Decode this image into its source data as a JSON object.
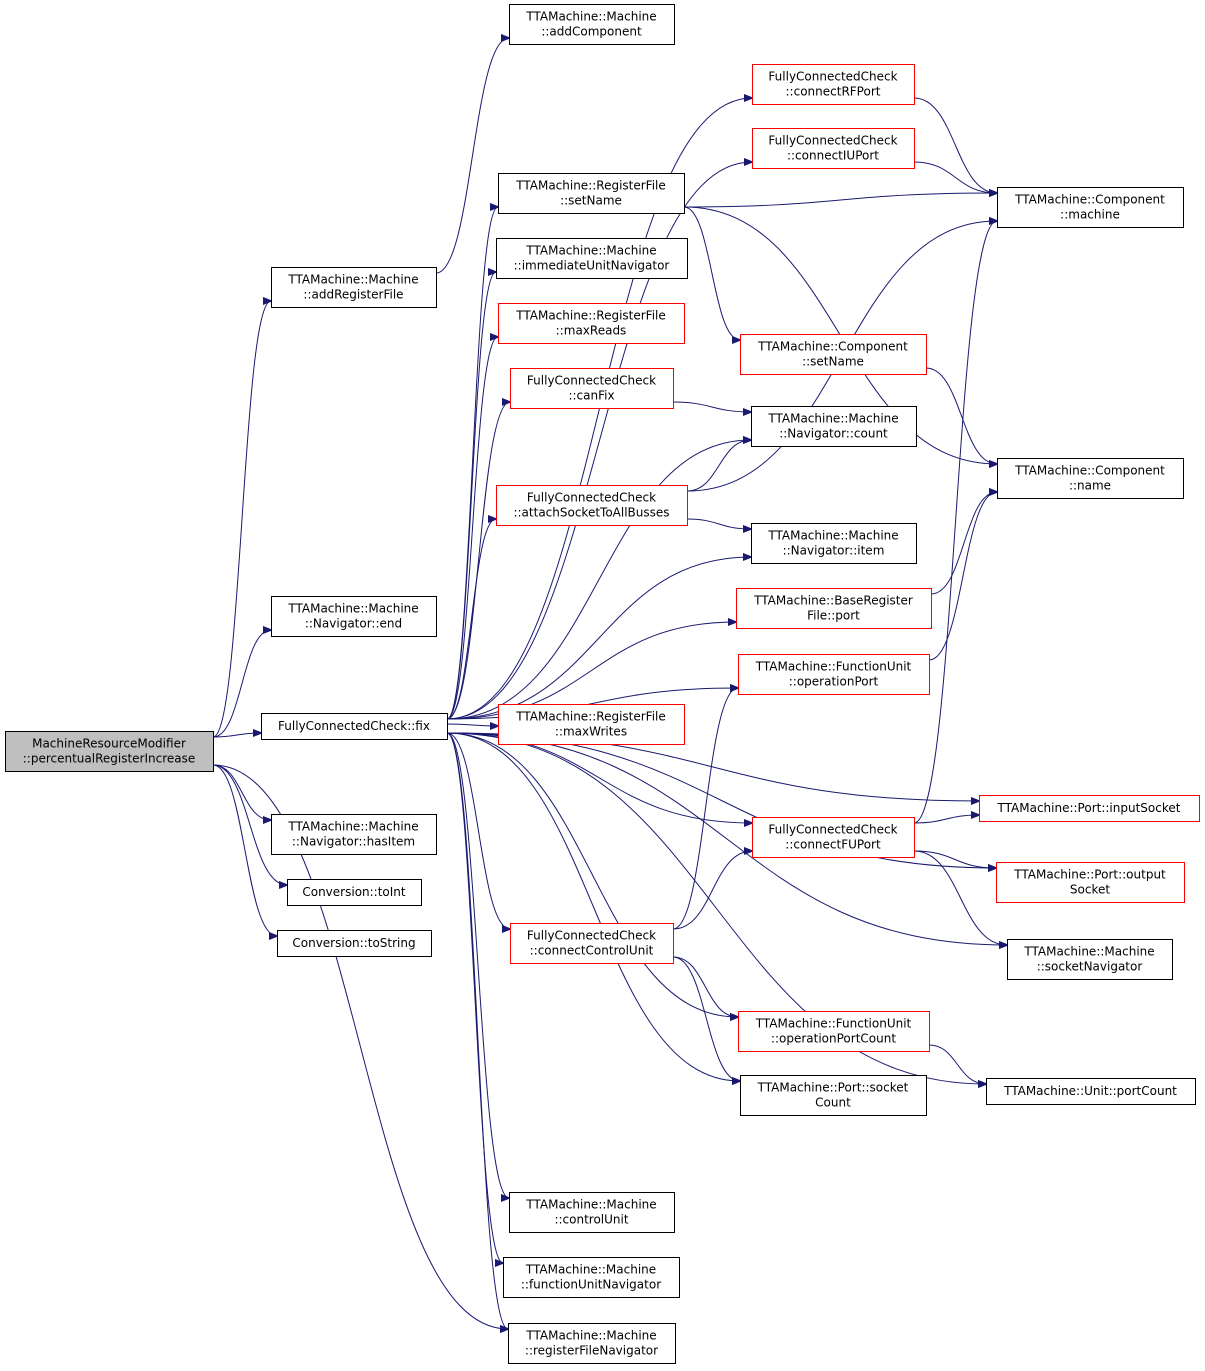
{
  "nodes": [
    {
      "id": "root",
      "lines": [
        "MachineResourceModifier",
        "::percentualRegisterIncrease"
      ],
      "style": "root"
    },
    {
      "id": "addRegisterFile",
      "lines": [
        "TTAMachine::Machine",
        "::addRegisterFile"
      ],
      "style": "black"
    },
    {
      "id": "navEnd",
      "lines": [
        "TTAMachine::Machine",
        "::Navigator::end"
      ],
      "style": "black"
    },
    {
      "id": "fix",
      "lines": [
        "FullyConnectedCheck::fix"
      ],
      "style": "black"
    },
    {
      "id": "hasItem",
      "lines": [
        "TTAMachine::Machine",
        "::Navigator::hasItem"
      ],
      "style": "black"
    },
    {
      "id": "toInt",
      "lines": [
        "Conversion::toInt"
      ],
      "style": "black"
    },
    {
      "id": "toString",
      "lines": [
        "Conversion::toString"
      ],
      "style": "black"
    },
    {
      "id": "addComponent",
      "lines": [
        "TTAMachine::Machine",
        "::addComponent"
      ],
      "style": "black"
    },
    {
      "id": "rfSetName",
      "lines": [
        "TTAMachine::RegisterFile",
        "::setName"
      ],
      "style": "black"
    },
    {
      "id": "immNav",
      "lines": [
        "TTAMachine::Machine",
        "::immediateUnitNavigator"
      ],
      "style": "black"
    },
    {
      "id": "maxReads",
      "lines": [
        "TTAMachine::RegisterFile",
        "::maxReads"
      ],
      "style": "red"
    },
    {
      "id": "canFix",
      "lines": [
        "FullyConnectedCheck",
        "::canFix"
      ],
      "style": "red"
    },
    {
      "id": "attachSocket",
      "lines": [
        "FullyConnectedCheck",
        "::attachSocketToAllBusses"
      ],
      "style": "red"
    },
    {
      "id": "maxWrites",
      "lines": [
        "TTAMachine::RegisterFile",
        "::maxWrites"
      ],
      "style": "red"
    },
    {
      "id": "connectControlUnit",
      "lines": [
        "FullyConnectedCheck",
        "::connectControlUnit"
      ],
      "style": "red"
    },
    {
      "id": "controlUnit",
      "lines": [
        "TTAMachine::Machine",
        "::controlUnit"
      ],
      "style": "black"
    },
    {
      "id": "fuNav",
      "lines": [
        "TTAMachine::Machine",
        "::functionUnitNavigator"
      ],
      "style": "black"
    },
    {
      "id": "rfNav",
      "lines": [
        "TTAMachine::Machine",
        "::registerFileNavigator"
      ],
      "style": "black"
    },
    {
      "id": "connectRFPort",
      "lines": [
        "FullyConnectedCheck",
        "::connectRFPort"
      ],
      "style": "red"
    },
    {
      "id": "connectIUPort",
      "lines": [
        "FullyConnectedCheck",
        "::connectIUPort"
      ],
      "style": "red"
    },
    {
      "id": "compSetName",
      "lines": [
        "TTAMachine::Component",
        "::setName"
      ],
      "style": "red"
    },
    {
      "id": "navCount",
      "lines": [
        "TTAMachine::Machine",
        "::Navigator::count"
      ],
      "style": "black"
    },
    {
      "id": "navItem",
      "lines": [
        "TTAMachine::Machine",
        "::Navigator::item"
      ],
      "style": "black"
    },
    {
      "id": "brfPort",
      "lines": [
        "TTAMachine::BaseRegister",
        "File::port"
      ],
      "style": "red"
    },
    {
      "id": "operationPort",
      "lines": [
        "TTAMachine::FunctionUnit",
        "::operationPort"
      ],
      "style": "red"
    },
    {
      "id": "connectFUPort",
      "lines": [
        "FullyConnectedCheck",
        "::connectFUPort"
      ],
      "style": "red"
    },
    {
      "id": "opPortCount",
      "lines": [
        "TTAMachine::FunctionUnit",
        "::operationPortCount"
      ],
      "style": "red"
    },
    {
      "id": "socketCount",
      "lines": [
        "TTAMachine::Port::socket",
        "Count"
      ],
      "style": "black"
    },
    {
      "id": "compMachine",
      "lines": [
        "TTAMachine::Component",
        "::machine"
      ],
      "style": "black"
    },
    {
      "id": "compName",
      "lines": [
        "TTAMachine::Component",
        "::name"
      ],
      "style": "black"
    },
    {
      "id": "inputSocket",
      "lines": [
        "TTAMachine::Port::inputSocket"
      ],
      "style": "red"
    },
    {
      "id": "outputSocket",
      "lines": [
        "TTAMachine::Port::output",
        "Socket"
      ],
      "style": "red"
    },
    {
      "id": "socketNav",
      "lines": [
        "TTAMachine::Machine",
        "::socketNavigator"
      ],
      "style": "black"
    },
    {
      "id": "portCount",
      "lines": [
        "TTAMachine::Unit::portCount"
      ],
      "style": "black"
    }
  ],
  "edges": [
    [
      "root",
      "addRegisterFile"
    ],
    [
      "root",
      "navEnd"
    ],
    [
      "root",
      "fix"
    ],
    [
      "root",
      "hasItem"
    ],
    [
      "root",
      "toInt"
    ],
    [
      "root",
      "toString"
    ],
    [
      "root",
      "rfNav"
    ],
    [
      "addRegisterFile",
      "addComponent"
    ],
    [
      "fix",
      "connectRFPort"
    ],
    [
      "fix",
      "connectIUPort"
    ],
    [
      "fix",
      "rfSetName"
    ],
    [
      "fix",
      "immNav"
    ],
    [
      "fix",
      "maxReads"
    ],
    [
      "fix",
      "canFix"
    ],
    [
      "fix",
      "navCount"
    ],
    [
      "fix",
      "attachSocket"
    ],
    [
      "fix",
      "navItem"
    ],
    [
      "fix",
      "brfPort"
    ],
    [
      "fix",
      "operationPort"
    ],
    [
      "fix",
      "maxWrites"
    ],
    [
      "fix",
      "inputSocket"
    ],
    [
      "fix",
      "connectFUPort"
    ],
    [
      "fix",
      "outputSocket"
    ],
    [
      "fix",
      "connectControlUnit"
    ],
    [
      "fix",
      "socketNav"
    ],
    [
      "fix",
      "opPortCount"
    ],
    [
      "fix",
      "socketCount"
    ],
    [
      "fix",
      "portCount"
    ],
    [
      "fix",
      "controlUnit"
    ],
    [
      "fix",
      "fuNav"
    ],
    [
      "fix",
      "rfNav"
    ],
    [
      "rfSetName",
      "compMachine"
    ],
    [
      "rfSetName",
      "compSetName"
    ],
    [
      "rfSetName",
      "compName"
    ],
    [
      "connectRFPort",
      "compMachine"
    ],
    [
      "connectIUPort",
      "compMachine"
    ],
    [
      "compSetName",
      "compName"
    ],
    [
      "canFix",
      "navCount"
    ],
    [
      "attachSocket",
      "navCount"
    ],
    [
      "attachSocket",
      "compMachine"
    ],
    [
      "attachSocket",
      "navItem"
    ],
    [
      "brfPort",
      "compName"
    ],
    [
      "operationPort",
      "compName"
    ],
    [
      "connectFUPort",
      "compMachine"
    ],
    [
      "connectFUPort",
      "inputSocket"
    ],
    [
      "connectFUPort",
      "outputSocket"
    ],
    [
      "connectFUPort",
      "socketNav"
    ],
    [
      "connectControlUnit",
      "operationPort"
    ],
    [
      "connectControlUnit",
      "connectFUPort"
    ],
    [
      "connectControlUnit",
      "opPortCount"
    ],
    [
      "connectControlUnit",
      "socketCount"
    ],
    [
      "opPortCount",
      "portCount"
    ]
  ],
  "colors": {
    "edge": "#191970",
    "red_border": "#ff0000",
    "black_border": "#000000",
    "root_fill": "#bfbfbf"
  }
}
